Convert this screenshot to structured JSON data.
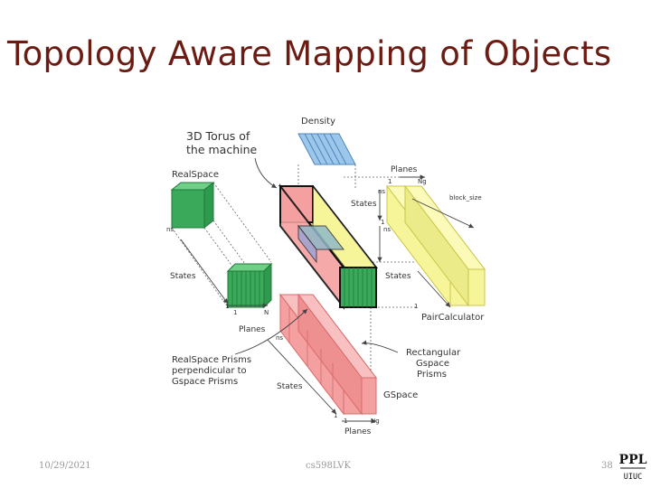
{
  "slide": {
    "title": "Topology Aware Mapping of Objects",
    "footer_date": "10/29/2021",
    "footer_center": "cs598LVK",
    "page_number": "38",
    "logo": {
      "top": "PPL",
      "bottom": "UIUC"
    }
  },
  "diagram": {
    "labels": {
      "density": "Density",
      "torus": [
        "3D Torus of",
        "the machine"
      ],
      "realspace": "RealSpace",
      "planes_top": "Planes",
      "one_top": "1",
      "ng_top": "Ng",
      "ns_top": "ns",
      "block_size": "block_size",
      "states_top": "States",
      "one_mid": "1",
      "ns_mid": "ns",
      "ns_left": "ns",
      "states_left": "States",
      "states_right": "States",
      "one_left": "1",
      "one_left2": "1",
      "n_left": "N",
      "planes_left": "Planes",
      "one_right": "1",
      "paircalc": "PairCalculator",
      "ns_gspace": "ns",
      "rs_prisms": [
        "RealSpace Prisms",
        "perpendicular to",
        "Gspace Prisms"
      ],
      "rect_gspace": [
        "Rectangular",
        "Gspace",
        "Prisms"
      ],
      "states_bottom": "States",
      "gspace": "GSpace",
      "one_bottom": "1",
      "one_bottom2": "1",
      "ng_bottom": "Ng",
      "planes_bottom": "Planes"
    },
    "colors": {
      "green": "#3aaa5a",
      "green_dark": "#1f7a3a",
      "red": "#f4a0a0",
      "red_dark": "#d86a6a",
      "yellow": "#f7f59a",
      "yellow_dark": "#c9c64a",
      "blue": "#9cc6ea",
      "blue_dark": "#4d86be",
      "title": "#6b1b12"
    }
  }
}
